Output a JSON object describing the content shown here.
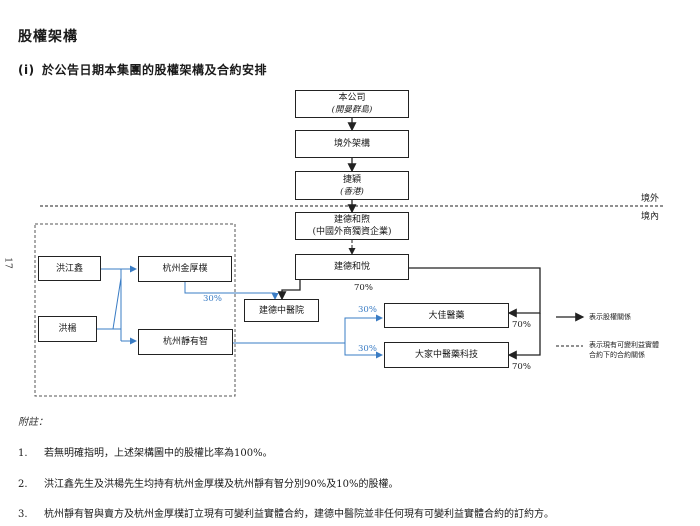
{
  "section_title": "股權架構",
  "subsection": {
    "number": "(i)",
    "title": "於公告日期本集團的股權架構及合約安排"
  },
  "side_mark": "17",
  "boundary": {
    "outside": "境外",
    "inside": "境內"
  },
  "entities": {
    "company": {
      "name": "本公司",
      "sub": "(開曼群島)"
    },
    "offshore": {
      "name": "境外架構"
    },
    "jiede_hk": {
      "name": "捷穎",
      "sub": "(香港)"
    },
    "jiede_hexi": {
      "name": "建德和煦",
      "sub": "(中國外商獨資企業)"
    },
    "jiede_heyue": {
      "name": "建德和悅"
    },
    "hong_jiangxin": {
      "name": "洪江鑫"
    },
    "hong_yang": {
      "name": "洪楊"
    },
    "hz_jinhoupu": {
      "name": "杭州金厚樸"
    },
    "hz_zhengyouzhi": {
      "name": "杭州靜有智"
    },
    "jiede_tcm": {
      "name": "建德中醫院"
    },
    "dajia_pharm": {
      "name": "大佳醫藥"
    },
    "dajia_tech": {
      "name": "大家中醫藥科技"
    }
  },
  "percentages": {
    "heyue_to_tcm": "70%",
    "jinhoupu_to_tcm": "30%",
    "zhengyouzhi_to_pharm": "30%",
    "zhengyouzhi_to_tech": "30%",
    "heyue_to_pharm": "70%",
    "heyue_to_tech": "70%"
  },
  "legend": {
    "solid": "表示股權關係",
    "dashed": [
      "表示現有可變利益實體",
      "合約下的合約關係"
    ]
  },
  "notes": {
    "heading": "附註：",
    "items": [
      {
        "num": "1.",
        "text": "若無明確指明，上述架構圖中的股權比率為100%。"
      },
      {
        "num": "2.",
        "text": "洪江鑫先生及洪楊先生均持有杭州金厚樸及杭州靜有智分別90%及10%的股權。"
      },
      {
        "num": "3.",
        "text": "杭州靜有智與賣方及杭州金厚樸訂立現有可變利益實體合約，建德中醫院並非任何現有可變利益實體合約的訂約方。"
      }
    ]
  },
  "colors": {
    "ink": "#222222",
    "contract_line": "#3a7cc4"
  }
}
